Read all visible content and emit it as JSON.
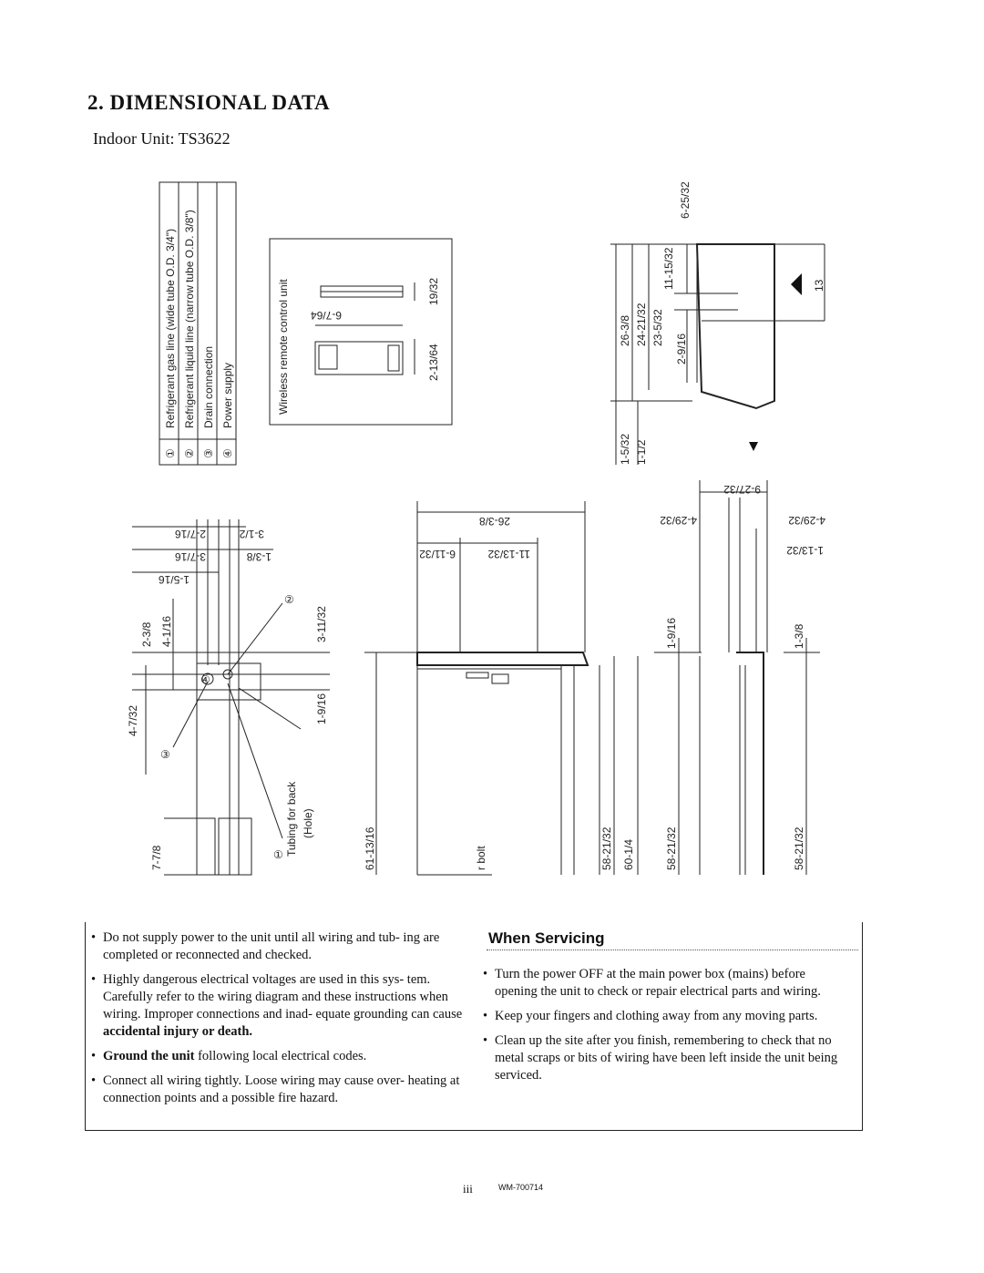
{
  "title": "2. DIMENSIONAL DATA",
  "subtitle": "Indoor Unit: TS3622",
  "legend": {
    "items": [
      {
        "num": "①",
        "text": "Refrigerant gas line (wide tube O.D. 3/4\")"
      },
      {
        "num": "②",
        "text": "Refrigerant liquid line (narrow tube O.D. 3/8\")"
      },
      {
        "num": "③",
        "text": "Drain connection"
      },
      {
        "num": "④",
        "text": "Power supply"
      }
    ]
  },
  "remote": {
    "label": "Wireless remote control unit",
    "dims": [
      "6-7/64",
      "19/32",
      "2-13/64"
    ]
  },
  "side_view": {
    "dims": [
      "6-25/32",
      "11-15/32",
      "26-3/8",
      "24-21/32",
      "23-5/32",
      "2-9/16",
      "1-5/32",
      "1-1/2",
      "13"
    ]
  },
  "hole_view": {
    "dims": [
      "2-7/16",
      "3-1/2",
      "3-7/16",
      "1-3/8",
      "1-5/16",
      "2-3/8",
      "4-1/16",
      "3-11/32",
      "4-7/32",
      "1-9/16",
      "7-7/8"
    ],
    "markers": [
      "①",
      "②",
      "③",
      "④"
    ],
    "label_tubing": "Tubing for back",
    "label_hole": "(Hole)"
  },
  "front_view": {
    "dims": [
      "26-3/8",
      "6-11/32",
      "11-13/32",
      "61-13/16",
      "58-21/32",
      "60-1/4"
    ],
    "label_bolt": "r bolt"
  },
  "right_view": {
    "dims": [
      "9-27/32",
      "4-29/32",
      "4-29/32",
      "1-13/32",
      "1-9/16",
      "1-3/8",
      "58-21/32",
      "58-21/32"
    ]
  },
  "left_notes": [
    {
      "pre": "Do not supply power to the unit until all wiring and tub- ing are completed or reconnected and checked.",
      "bold": "",
      "post": ""
    },
    {
      "pre": "Highly dangerous electrical voltages are used in this sys- tem. Carefully refer to the wiring diagram and these instructions when wiring. Improper connections and inad- equate grounding can cause ",
      "bold": "accidental injury or death.",
      "post": ""
    },
    {
      "pre": "",
      "bold": "Ground the unit",
      "post": " following local electrical codes."
    },
    {
      "pre": "Connect all wiring tightly. Loose wiring may cause over- heating at connection points and a possible fire hazard.",
      "bold": "",
      "post": ""
    }
  ],
  "servicing": {
    "heading": "When Servicing",
    "items": [
      "Turn the power OFF at the main power box (mains) before opening the unit to check or repair electrical parts and wiring.",
      "Keep your fingers and clothing away from any moving parts.",
      "Clean up the site after you finish, remembering to check that no metal scraps or bits of wiring have been left inside the unit being serviced."
    ]
  },
  "footer": {
    "page": "iii",
    "code": "WM-700714"
  }
}
